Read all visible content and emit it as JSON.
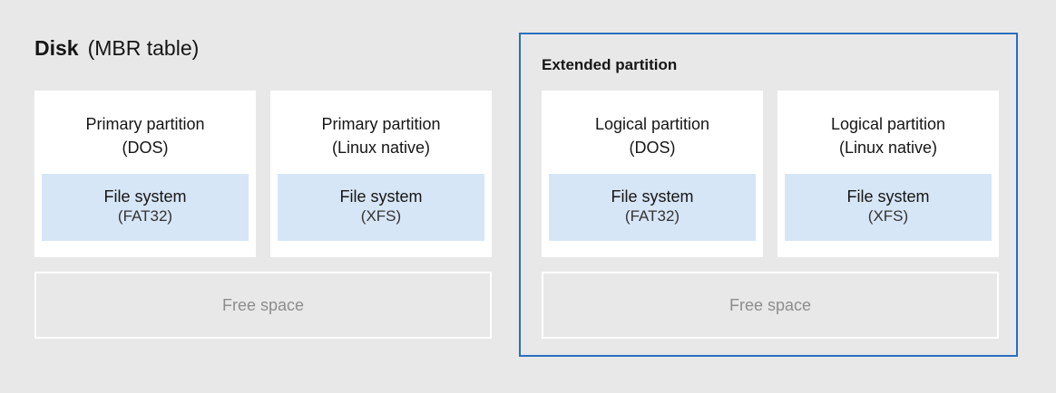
{
  "disk": {
    "title": "Disk",
    "subtitle": "(MBR table)"
  },
  "colors": {
    "background": "#e8e8e8",
    "card": "#ffffff",
    "file_system_fill": "#d7e6f6",
    "extended_border": "#2b6fbf",
    "free_space_text": "#8d8d8d"
  },
  "primary_partitions": [
    {
      "name": "Primary partition",
      "type": "(DOS)",
      "file_system_label": "File system",
      "file_system_type": "(FAT32)"
    },
    {
      "name": "Primary partition",
      "type": "(Linux native)",
      "file_system_label": "File system",
      "file_system_type": "(XFS)"
    }
  ],
  "disk_free_space": "Free space",
  "extended": {
    "title": "Extended partition",
    "logical_partitions": [
      {
        "name": "Logical partition",
        "type": "(DOS)",
        "file_system_label": "File system",
        "file_system_type": "(FAT32)"
      },
      {
        "name": "Logical partition",
        "type": "(Linux native)",
        "file_system_label": "File system",
        "file_system_type": "(XFS)"
      }
    ],
    "free_space": "Free space"
  }
}
